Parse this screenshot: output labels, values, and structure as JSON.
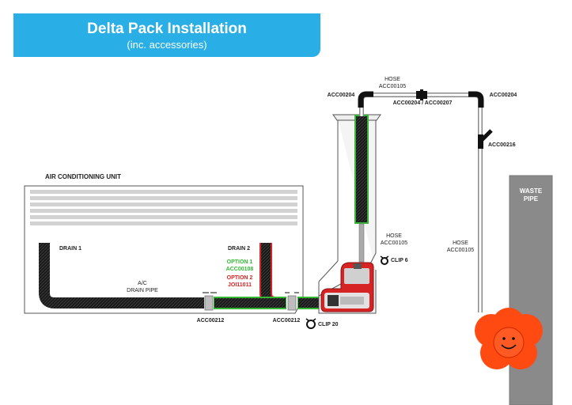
{
  "header": {
    "title": "Delta Pack Installation",
    "subtitle": "(inc. accessories)"
  },
  "labels": {
    "ac_unit": "AIR CONDITIONING UNIT",
    "drain1": "DRAIN 1",
    "drain2": "DRAIN 2",
    "ac_drain_pipe_1": "A/C",
    "ac_drain_pipe_2": "DRAIN PIPE",
    "acc00212_left": "ACC00212",
    "acc00212_right": "ACC00212",
    "option1": "OPTION 1",
    "acc00108": "ACC00108",
    "option2": "OPTION 2",
    "joi11011": "JOI11011",
    "clip20": "CLIP 20",
    "clip6": "CLIP 6",
    "hose_mid_1": "HOSE",
    "hose_mid_2": "ACC00105",
    "hose_top_1": "HOSE",
    "hose_top_2": "ACC00105",
    "hose_right_1": "HOSE",
    "hose_right_2": "ACC00105",
    "acc00204_left": "ACC00204",
    "acc00204_right": "ACC00204",
    "acc00204_207": "ACC00204 / ACC00207",
    "acc00216": "ACC00216",
    "waste_1": "WASTE",
    "waste_2": "PIPE"
  },
  "colors": {
    "banner": "#29aee6",
    "pipe": "#1a1a1a",
    "pump": "#d62424",
    "option1": "#34b833",
    "option2": "#d62424",
    "flower": "#ff4a12",
    "waste_pipe": "#8a8a8a"
  }
}
